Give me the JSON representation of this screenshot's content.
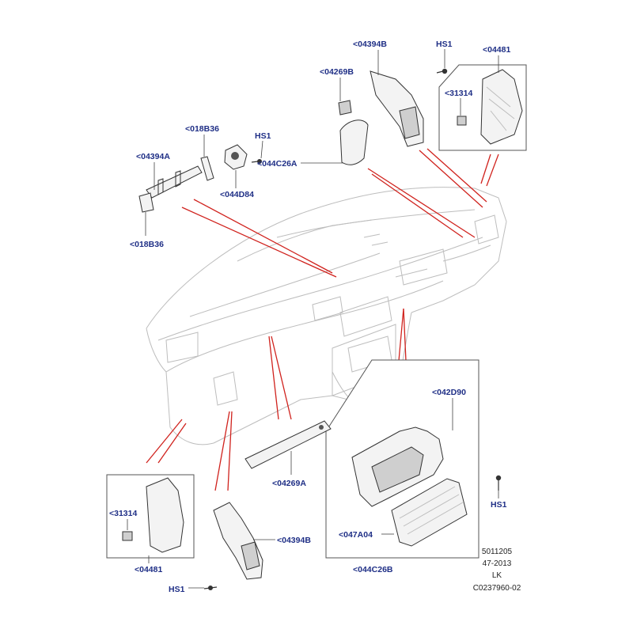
{
  "colors": {
    "label": "#1f2f86",
    "callout_line": "#d0221d",
    "background": "#ffffff"
  },
  "labels": {
    "l_04394B_top": "<04394B",
    "l_HS1_top": "HS1",
    "l_04481_top": "<04481",
    "l_04269B": "<04269B",
    "l_31314_top": "<31314",
    "l_018B36_top": "<018B36",
    "l_HS1_mid": "HS1",
    "l_04394A": "<04394A",
    "l_044C26A": "<044C26A",
    "l_044D84": "<044D84",
    "l_018B36_bottom": "<018B36",
    "l_042D90": "<042D90",
    "l_31314_bottom": "<31314",
    "l_04269A": "<04269A",
    "l_HS1_right": "HS1",
    "l_047A04": "<047A04",
    "l_04394B_bottom": "<04394B",
    "l_04481_bottom": "<04481",
    "l_044C26B": "<044C26B",
    "l_HS1_bottom": "HS1"
  },
  "footer": {
    "line1": "5011205",
    "line2": "47-2013",
    "line3": "LK",
    "line4": "C0237960-02"
  }
}
